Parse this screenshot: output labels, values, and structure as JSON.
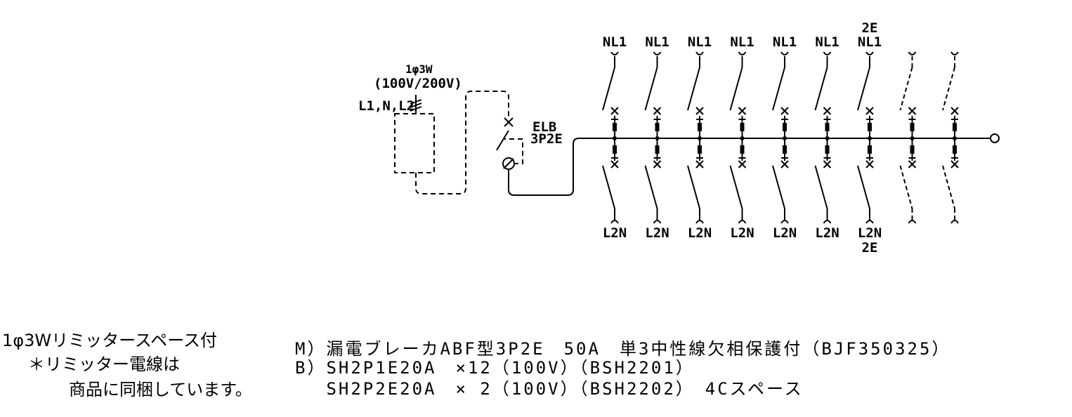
{
  "supply": {
    "type_label": "1φ3W",
    "voltage_label": "(100V/200V)",
    "lines_label": "L1,N,L2"
  },
  "main_breaker": {
    "name": "ELB",
    "poles": "3P2E"
  },
  "branches": [
    {
      "top": "NL1",
      "top2": "",
      "bottom": "L2N",
      "bottom2": "",
      "spare": false
    },
    {
      "top": "NL1",
      "top2": "",
      "bottom": "L2N",
      "bottom2": "",
      "spare": false
    },
    {
      "top": "NL1",
      "top2": "",
      "bottom": "L2N",
      "bottom2": "",
      "spare": false
    },
    {
      "top": "NL1",
      "top2": "",
      "bottom": "L2N",
      "bottom2": "",
      "spare": false
    },
    {
      "top": "NL1",
      "top2": "",
      "bottom": "L2N",
      "bottom2": "",
      "spare": false
    },
    {
      "top": "NL1",
      "top2": "",
      "bottom": "L2N",
      "bottom2": "",
      "spare": false
    },
    {
      "top": "NL1",
      "top2": "2E",
      "bottom": "L2N",
      "bottom2": "2E",
      "spare": false
    },
    {
      "top": "",
      "top2": "",
      "bottom": "",
      "bottom2": "",
      "spare": true
    },
    {
      "top": "",
      "top2": "",
      "bottom": "",
      "bottom2": "",
      "spare": true
    }
  ],
  "notes_left": [
    "1φ3Wリミッタースペース付",
    "＊リミッター電線は",
    "商品に同梱しています。"
  ],
  "notes_main": [
    "M）漏電ブレーカABF型3P2E　50A　単3中性線欠相保護付（BJF350325）",
    "B）SH2P1E20A　×12（100V）（BSH2201）",
    "　 SH2P2E20A　× 2（100V）（BSH2202）　4Cスペース"
  ]
}
